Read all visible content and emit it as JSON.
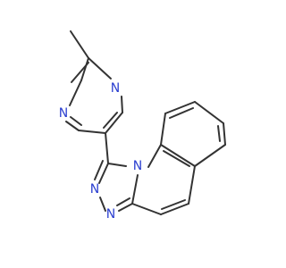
{
  "molecule": {
    "atoms": {
      "n_pyrimidine_top": {
        "label": "N",
        "color": "#2b3fd0"
      },
      "n_pyrimidine_left": {
        "label": "N",
        "color": "#2b3fd0"
      },
      "n_triazole_bridge": {
        "label": "N",
        "color": "#2b3fd0"
      },
      "n_triazole_a": {
        "label": "N",
        "color": "#2b3fd0"
      },
      "n_triazole_b": {
        "label": "N",
        "color": "#2b3fd0"
      }
    },
    "bond_color": "#333333"
  }
}
